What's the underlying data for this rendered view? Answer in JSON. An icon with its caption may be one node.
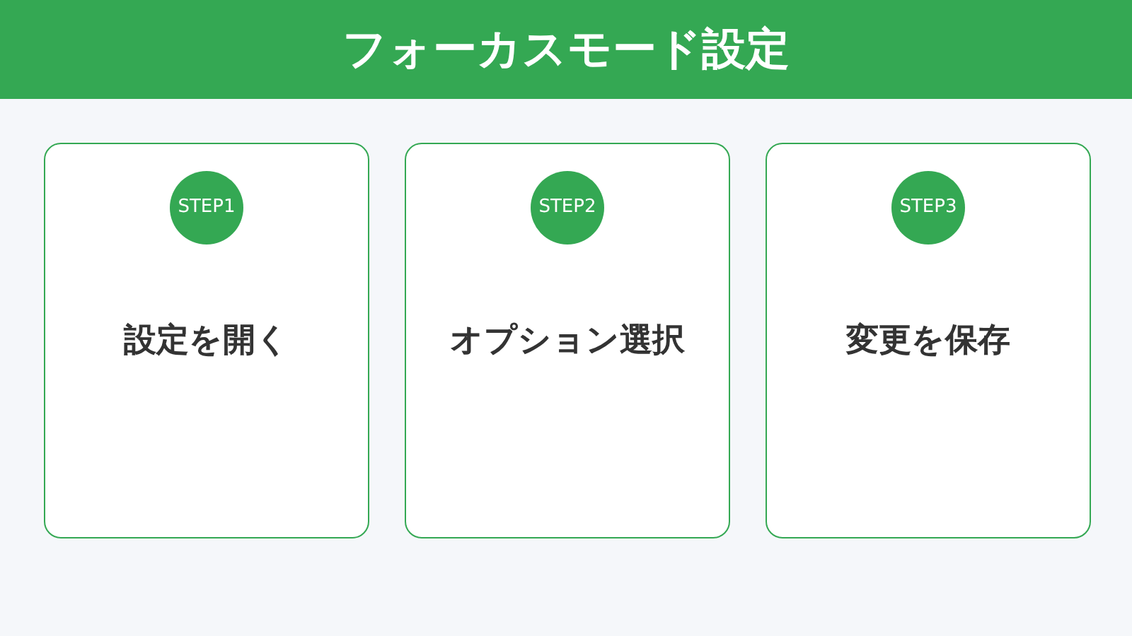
{
  "diagram": {
    "title": "フォーカスモード設定",
    "nodes": [
      {
        "text": [
          "設定を開く"
        ]
      },
      {
        "text": [
          "STEP1"
        ],
        "in": 0
      },
      {
        "text": [
          "オプション選択"
        ]
      },
      {
        "text": [
          "STEP2"
        ],
        "in": 2
      },
      {
        "text": [
          "変更を保存"
        ]
      },
      {
        "text": [
          "STEP3"
        ],
        "in": 4
      }
    ]
  }
}
